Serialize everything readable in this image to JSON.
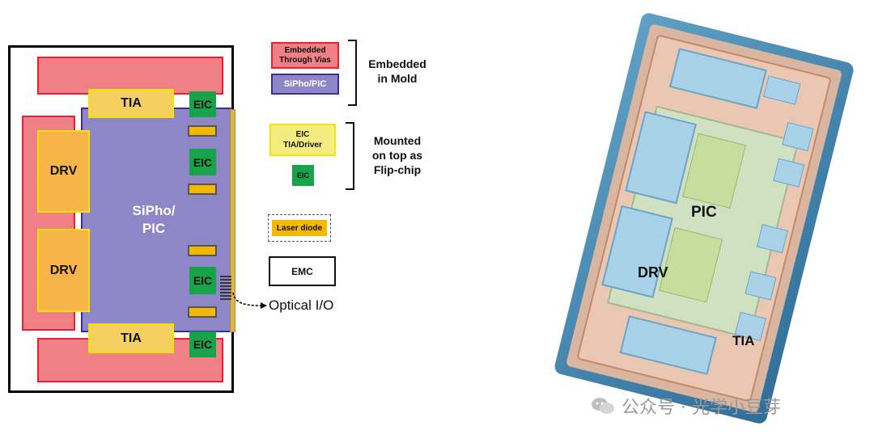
{
  "diagram": {
    "labels": {
      "tia": "TIA",
      "eic": "EIC",
      "drv": "DRV",
      "sipho": "SiPho/\nPIC",
      "optical_io": "Optical I/O"
    },
    "colors": {
      "mold_red_fill": "#f07f86",
      "mold_red_border": "#e8202f",
      "sipho_fill": "#8f86c8",
      "sipho_border": "#3b2f9e",
      "tia_fill": "#f5d060",
      "tia_border": "#f2e600",
      "eic_fill": "#18a24a",
      "laser_fill": "#f5b800",
      "outline": "#000000"
    }
  },
  "legend": {
    "embedded_through_vias": "Embedded\nThrough Vias",
    "sipho_pic": "SiPho/PIC",
    "group1_caption": "Embedded\nin Mold",
    "eic_tia_driver": "EIC\nTIA/Driver",
    "eic": "EIC",
    "group2_caption": "Mounted\non top as\nFlip-chip",
    "laser_diode": "Laser diode",
    "emc": "EMC"
  },
  "photo": {
    "labels": {
      "pic": "PIC",
      "drv": "DRV",
      "tia": "TIA"
    }
  },
  "watermark": {
    "text": "公众号 · 光学小豆芽"
  }
}
